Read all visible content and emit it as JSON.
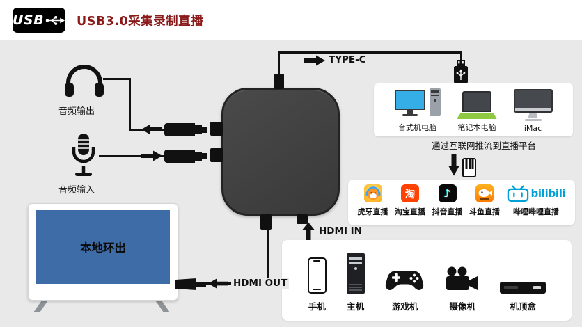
{
  "header": {
    "logo_text": "USB",
    "title": "USB3.0采集录制直播"
  },
  "connections": {
    "type_c": "TYPE-C",
    "hdmi_out": "HDMI OUT",
    "hdmi_in": "HDMI IN",
    "audio_out": "音频输出",
    "audio_in": "音频输入",
    "local_loop_out": "本地环出",
    "stream_note": "通过互联网推流到直播平台"
  },
  "computers": {
    "items": [
      {
        "label": "台式机电脑"
      },
      {
        "label": "笔记本电脑"
      },
      {
        "label": "iMac"
      }
    ]
  },
  "platforms": {
    "items": [
      {
        "label": "虎牙直播"
      },
      {
        "label": "淘宝直播"
      },
      {
        "label": "抖音直播"
      },
      {
        "label": "斗鱼直播"
      },
      {
        "label": "哔哩哔哩直播"
      }
    ],
    "taobao_char": "淘",
    "douyin_note": "♪",
    "bilibili_wordmark": "bilibili"
  },
  "sources": {
    "items": [
      {
        "label": "手机"
      },
      {
        "label": "主机"
      },
      {
        "label": "游戏机"
      },
      {
        "label": "摄像机"
      },
      {
        "label": "机顶盒"
      }
    ]
  },
  "icons": {
    "usb_trident": "usb-trident",
    "headphones": "headphones",
    "microphone": "microphone",
    "stream_keys": "striped-signal-block"
  },
  "colors": {
    "title_red": "#8B1B1B",
    "canvas_gray": "#E9E9E9",
    "device_dark": "#3F3F3F",
    "tv_screen_blue": "#3E6CA6",
    "desktop_screen_blue": "#35ADE6",
    "laptop_green": "#8FC843",
    "huya_yellow": "#FFB41E",
    "taobao_orange": "#FF4200",
    "douyin_black": "#0A0A0A",
    "douyu_orange": "#FF8A00",
    "bilibili_blue": "#00A1D6"
  }
}
